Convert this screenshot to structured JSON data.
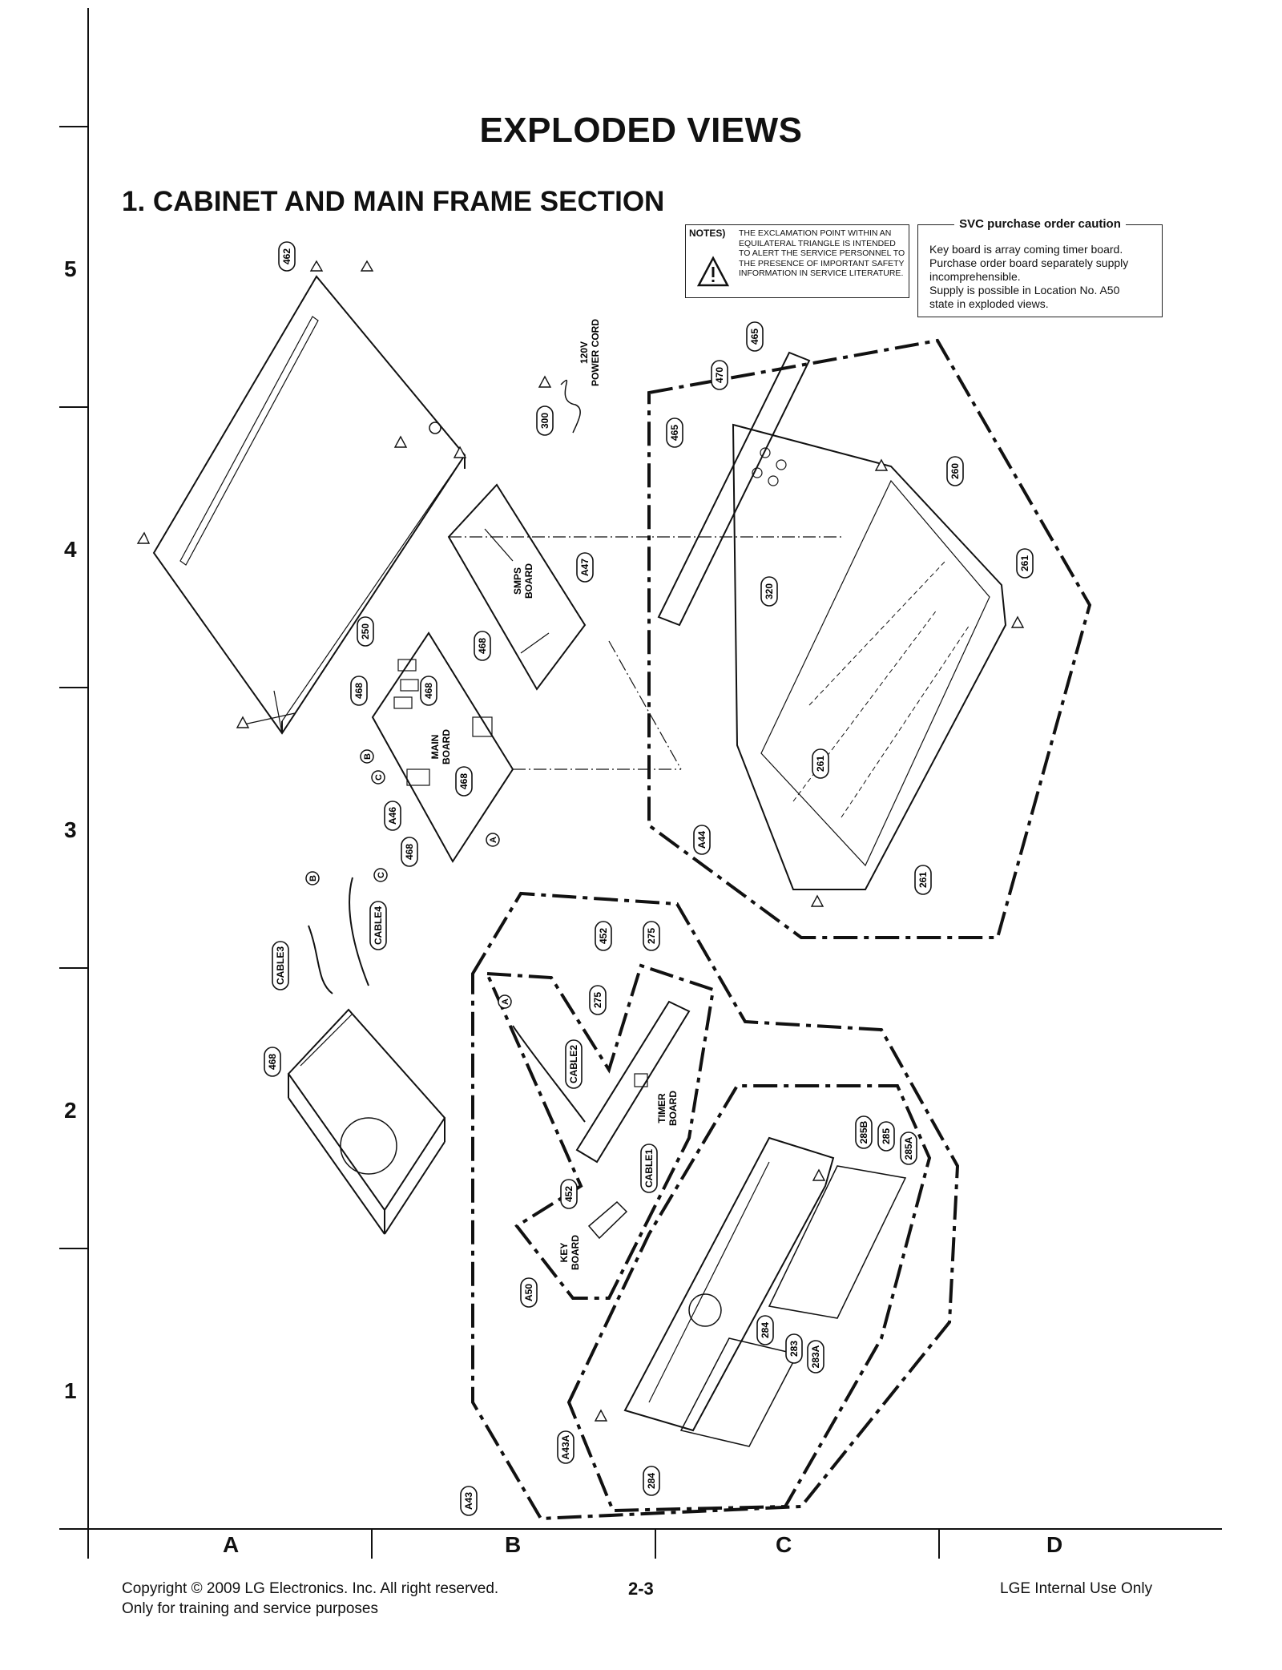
{
  "title": "EXPLODED VIEWS",
  "section_title": "1. CABINET AND MAIN FRAME SECTION",
  "row_labels": [
    "5",
    "4",
    "3",
    "2",
    "1"
  ],
  "column_labels": [
    "A",
    "B",
    "C",
    "D"
  ],
  "notes": {
    "heading": "NOTES)",
    "text": "THE EXCLAMATION POINT WITHIN AN EQUILATERAL TRIANGLE IS INTENDED TO ALERT THE SERVICE PERSONNEL TO THE PRESENCE OF IMPORTANT SAFETY INFORMATION IN SERVICE LITERATURE."
  },
  "svc_caution": {
    "heading": "SVC purchase order caution",
    "lines": [
      "Key board is array coming timer board.",
      "Purchase order board separately supply",
      "incomprehensible.",
      "Supply is possible in Location No. A50",
      "state in exploded views."
    ]
  },
  "part_labels": {
    "p462": "462",
    "p465a": "465",
    "p470": "470",
    "p465b": "465",
    "p300": "300",
    "power_cord_1": "120V",
    "power_cord_2": "POWER CORD",
    "p260": "260",
    "p261a": "261",
    "p261b": "261",
    "p261c": "261",
    "p320": "320",
    "pA47": "A47",
    "smps_1": "SMPS",
    "smps_2": "BOARD",
    "p468a": "468",
    "p468b": "468",
    "p468c": "468",
    "p468d": "468",
    "p468e": "468",
    "p468f": "468",
    "p250": "250",
    "main_1": "MAIN",
    "main_2": "BOARD",
    "pA46": "A46",
    "circB1": "B",
    "circC1": "C",
    "circA1": "A",
    "circB2": "B",
    "circC2": "C",
    "circA2": "A",
    "pA44": "A44",
    "cable3": "CABLE3",
    "cable4": "CABLE4",
    "p452a": "452",
    "p275a": "275",
    "p275b": "275",
    "cable2": "CABLE2",
    "timer_1": "TIMER",
    "timer_2": "BOARD",
    "cable1": "CABLE1",
    "p452b": "452",
    "key_1": "KEY",
    "key_2": "BOARD",
    "pA50": "A50",
    "p285B": "285B",
    "p285": "285",
    "p285A": "285A",
    "p284a": "284",
    "p283": "283",
    "p283A": "283A",
    "p284b": "284",
    "pA43A": "A43A",
    "pA43": "A43"
  },
  "footer": {
    "copyright": "Copyright © 2009 LG Electronics. Inc. All right reserved.",
    "purpose": "Only for training and service purposes",
    "page": "2-3",
    "internal": "LGE Internal Use Only"
  }
}
